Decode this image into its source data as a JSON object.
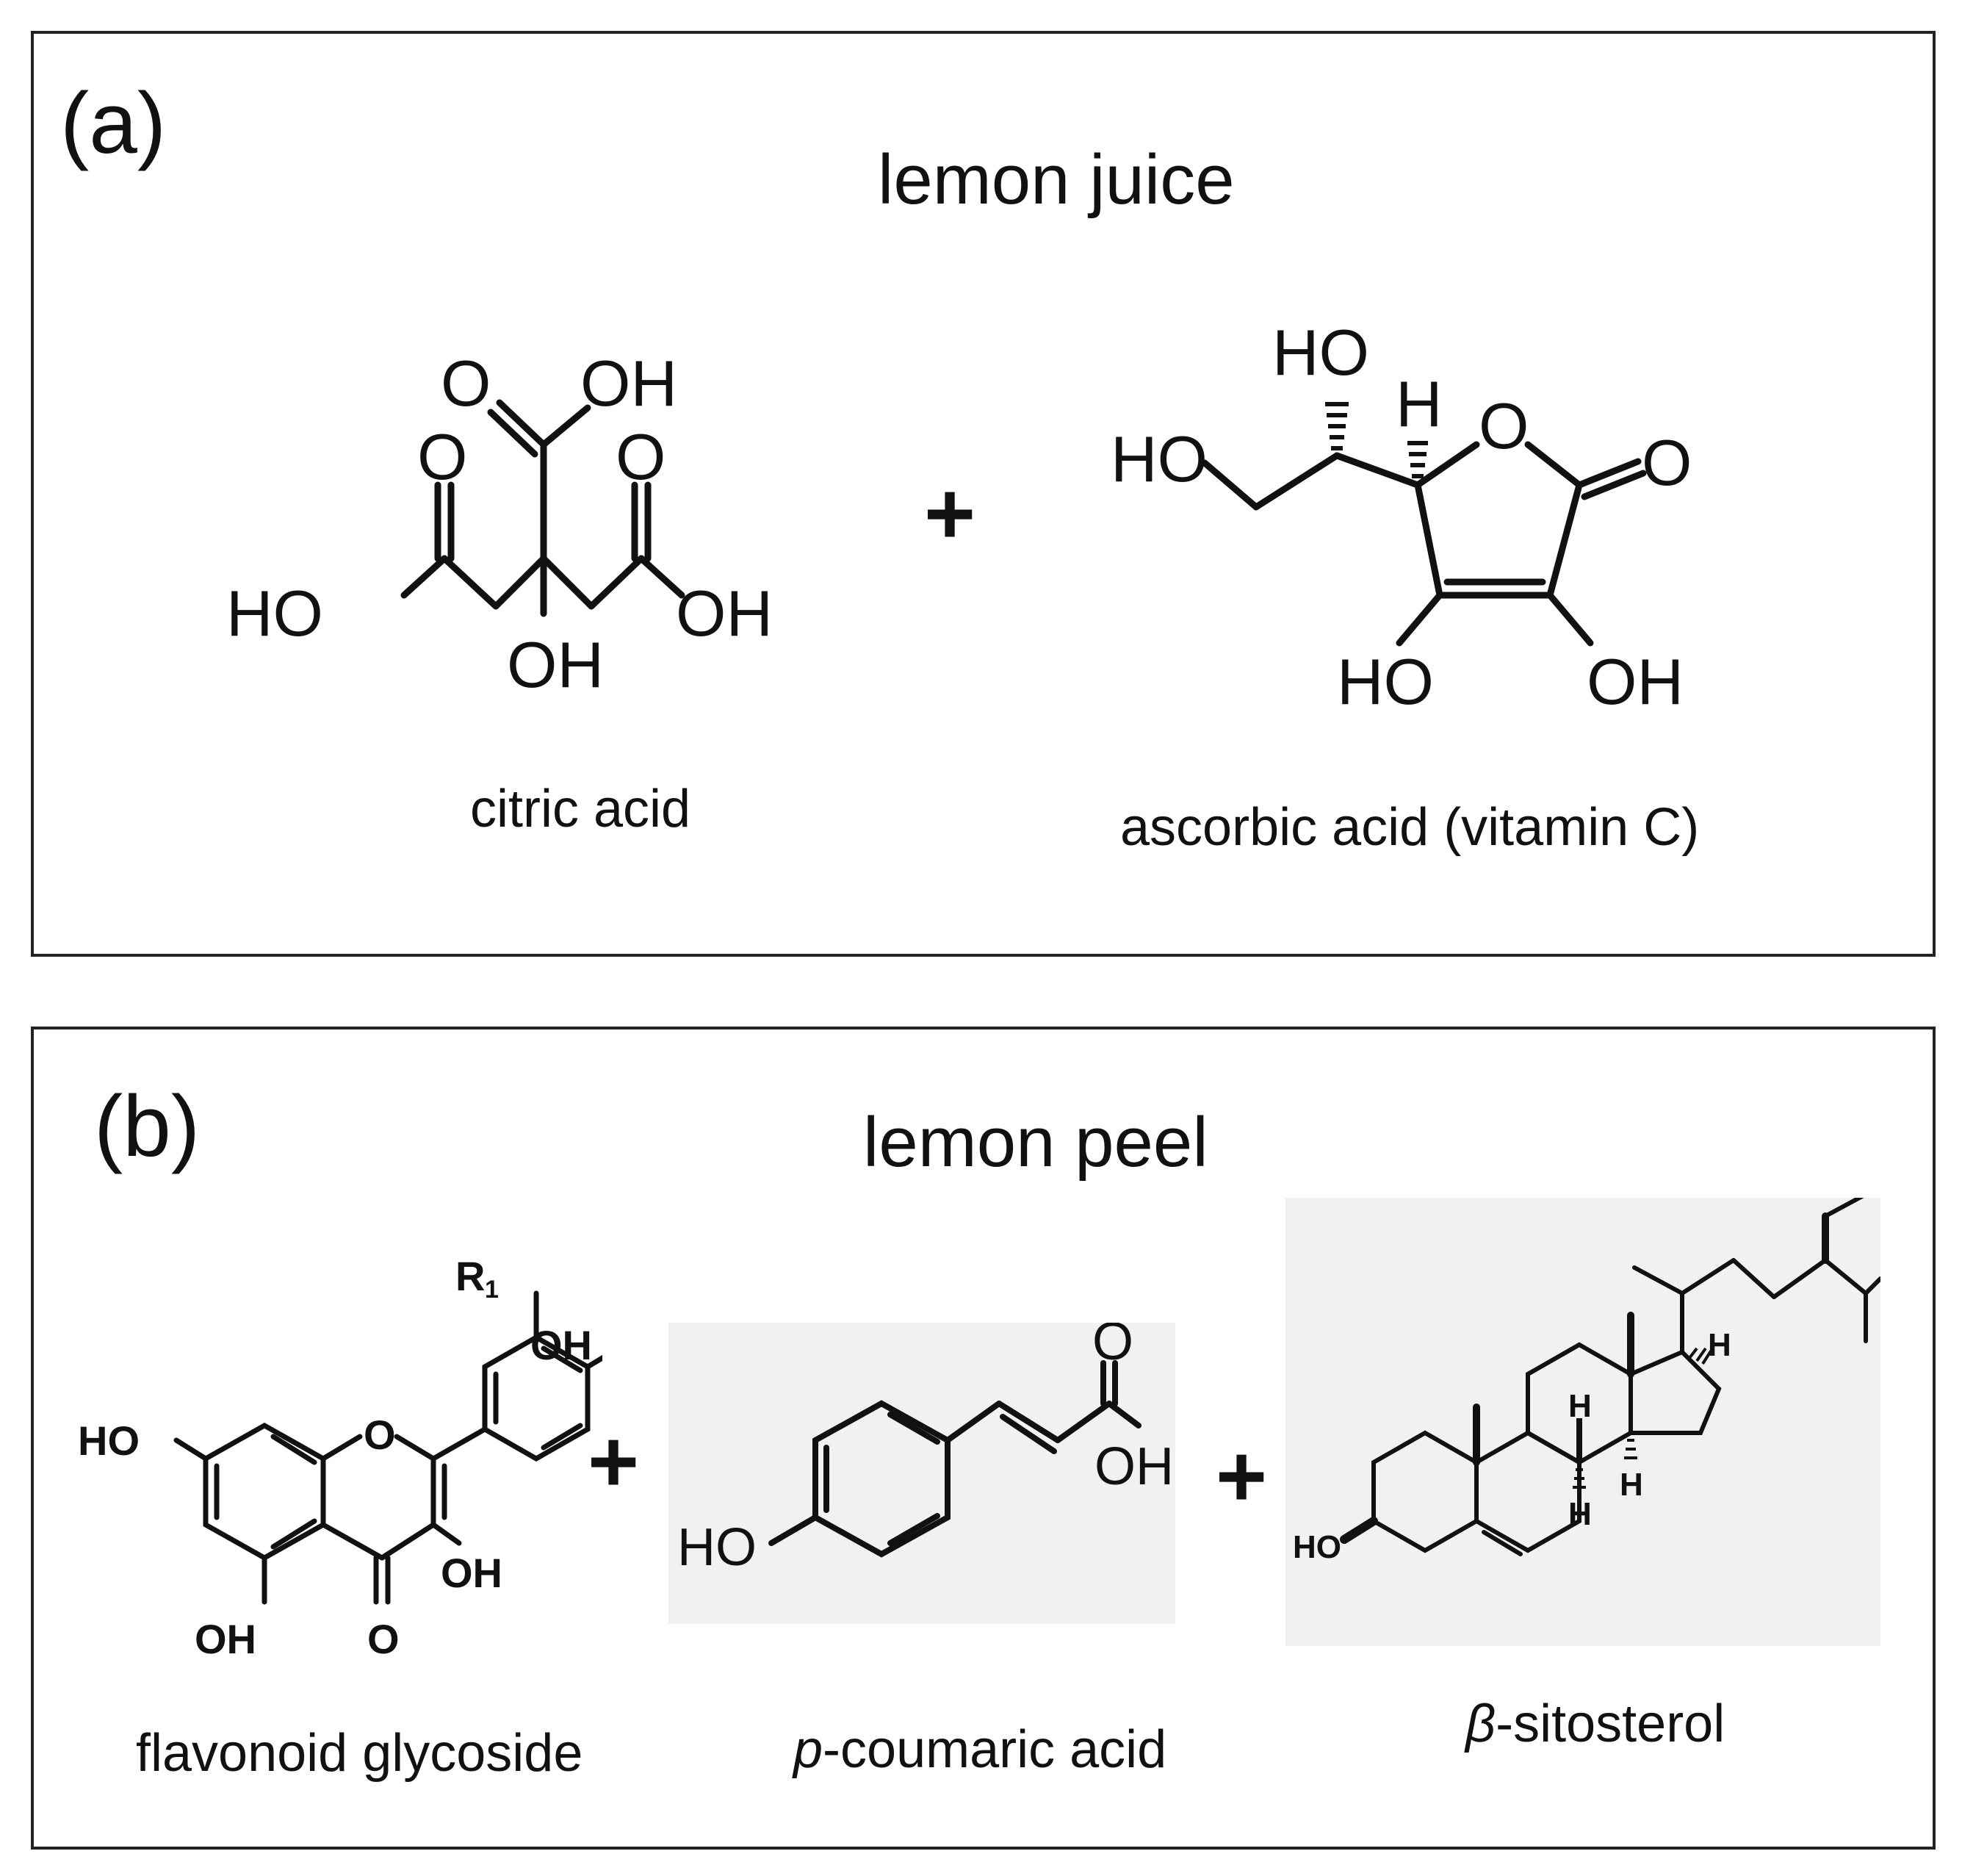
{
  "panels": {
    "a": {
      "label": "(a)",
      "title": "lemon juice",
      "captions": {
        "citric": "citric acid",
        "ascorbic": "ascorbic acid (vitamin C)"
      },
      "plus": "+"
    },
    "b": {
      "label": "(b)",
      "title": "lemon peel",
      "captions": {
        "flavonoid": "flavonoid glycoside",
        "coumaric_prefix": "p",
        "coumaric_rest": "-coumaric acid",
        "sitosterol_prefix": "β",
        "sitosterol_rest": "-sitosterol"
      },
      "plus": "+"
    }
  },
  "atoms": {
    "citric": {
      "o1": "O",
      "oh1": "OH",
      "o2": "O",
      "o3": "O",
      "ho": "HO",
      "oh2": "OH",
      "oh3": "OH"
    },
    "ascorbic": {
      "ho_top": "HO",
      "h": "H",
      "o_ring": "O",
      "ho_left": "HO",
      "o_keto": "O",
      "ho_bottom": "HO",
      "oh_bottom": "OH"
    },
    "flavonoid": {
      "r1": "R",
      "r1_sub": "1",
      "oh_b": "OH",
      "ho_a": "HO",
      "o_ring": "O",
      "oh_3": "OH",
      "oh_5": "OH",
      "o_4": "O"
    },
    "coumaric": {
      "o": "O",
      "oh": "OH",
      "ho": "HO"
    },
    "sitosterol": {
      "h17": "H",
      "h14": "H",
      "h9": "H",
      "h8": "H",
      "ho": "HO"
    }
  }
}
